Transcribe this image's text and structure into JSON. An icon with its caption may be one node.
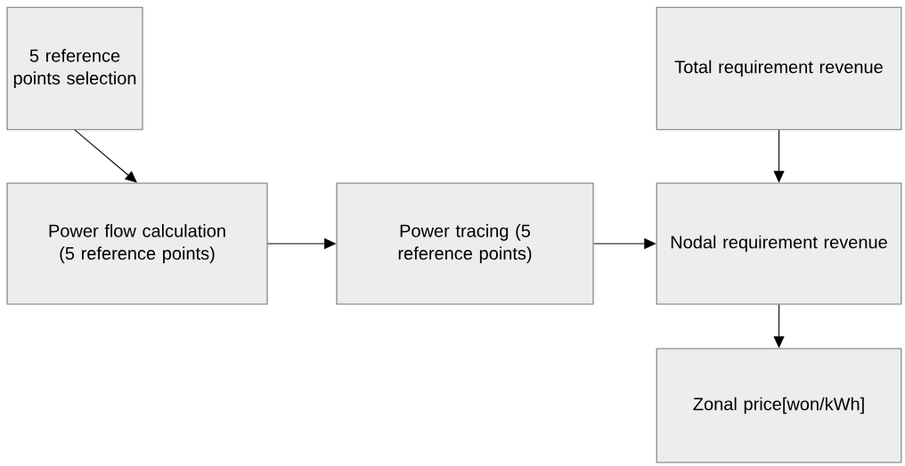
{
  "diagram": {
    "nodes": [
      {
        "text": [
          "5 reference points selection"
        ]
      },
      {
        "text": [
          "Total requirement revenue"
        ]
      },
      {
        "text": [
          "Power flow calculation (5 reference points)"
        ]
      },
      {
        "text": [
          "Power tracing (5 reference points)"
        ]
      },
      {
        "text": [
          "Nodal requirement revenue"
        ]
      },
      {
        "text": [
          "Zonal price[won/kWh]"
        ]
      }
    ],
    "edges": [
      {
        "from": 0,
        "to": 2,
        "arrow": "to"
      },
      {
        "from": 1,
        "to": 4,
        "arrow": "to"
      },
      {
        "from": 2,
        "to": 3,
        "arrow": "to"
      },
      {
        "from": 3,
        "to": 4,
        "arrow": "to"
      },
      {
        "from": 4,
        "to": 5,
        "arrow": "to"
      }
    ]
  }
}
